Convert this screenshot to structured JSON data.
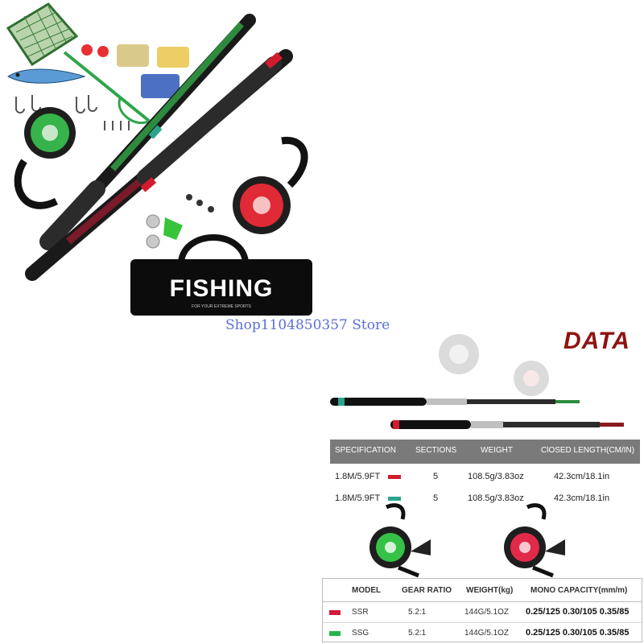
{
  "bag_text": "FISHING",
  "bag_tagline": "FOR YOUR EXTREME SPORTS",
  "watermark": "Shop1104850357 Store",
  "data_title": "DATA",
  "spec_table": {
    "headers": [
      "SPECIFICATION",
      "SECTIONS",
      "WEIGHT",
      "ClOSED LENGTH(CM/IN)"
    ],
    "rows": [
      {
        "spec": "1.8M/5.9FT",
        "color": "#d21c2e",
        "sections": "5",
        "weight": "108.5g/3.83oz",
        "length": "42.3cm/18.1in"
      },
      {
        "spec": "1.8M/5.9FT",
        "color": "#2aa58c",
        "sections": "5",
        "weight": "108.5g/3.83oz",
        "length": "42.3cm/18.1in"
      }
    ]
  },
  "model_table": {
    "headers": [
      "MODEL",
      "GEAR RATIO",
      "WEIGHT(kg)",
      "MONO CAPACITY(mm/m)"
    ],
    "rows": [
      {
        "model": "SSR",
        "color": "#d21c3c",
        "gear": "5.2:1",
        "weight": "144G/5.1OZ",
        "capacity": "0.25/125 0.30/105 0.35/85"
      },
      {
        "model": "SSG",
        "color": "#28b44a",
        "gear": "5.2:1",
        "weight": "144G/5.1OZ",
        "capacity": "0.25/125 0.30/105 0.35/85"
      }
    ]
  },
  "colors": {
    "red_accent": "#d21c2e",
    "green_accent": "#2aa58c",
    "data_red": "#8f1212",
    "header_gray": "#7a7a7a"
  }
}
